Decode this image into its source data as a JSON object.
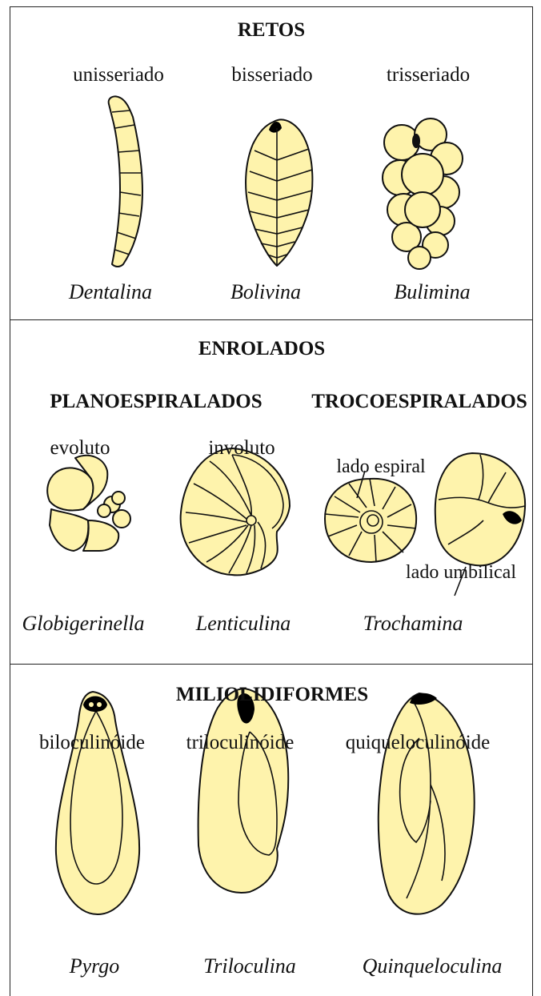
{
  "sections": {
    "retos": {
      "title": "RETOS",
      "items": [
        {
          "arrangement": "unisseriado",
          "genus": "Dentalina"
        },
        {
          "arrangement": "bisseriado",
          "genus": "Bolivina"
        },
        {
          "arrangement": "trisseriado",
          "genus": "Bulimina"
        }
      ]
    },
    "enrolados": {
      "title": "ENROLADOS",
      "subtitles": [
        "PLANOESPIRALADOS",
        "TROCOESPIRALADOS"
      ],
      "items": [
        {
          "arrangement": "evoluto",
          "genus": "Globigerinella"
        },
        {
          "arrangement": "involuto",
          "genus": "Lenticulina"
        }
      ],
      "trochamina": {
        "genus": "Trochamina",
        "label_spiral": "lado espiral",
        "label_umbilical": "lado umbilical"
      }
    },
    "miliolidiformes": {
      "title": "MILIOLIDIFORMES",
      "items": [
        {
          "arrangement": "biloculinóide",
          "genus": "Pyrgo"
        },
        {
          "arrangement": "triloculinóide",
          "genus": "Triloculina"
        },
        {
          "arrangement": "quiqueloculinóide",
          "genus": "Quinqueloculina"
        }
      ]
    }
  },
  "colors": {
    "shell_fill": "#fef3ac",
    "outline": "#111111",
    "aperture": "#000000"
  }
}
